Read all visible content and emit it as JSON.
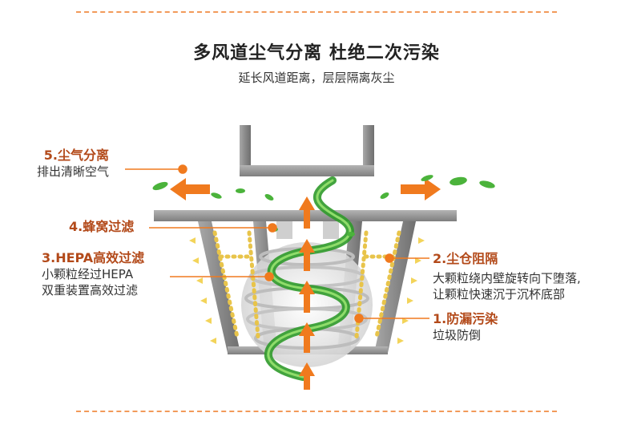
{
  "header": {
    "title": "多风道尘气分离 杜绝二次污染",
    "subtitle": "延长风道距离，层层隔离灰尘"
  },
  "labels": {
    "l5": {
      "heading": "5.尘气分离",
      "desc": [
        "排出清晰空气"
      ]
    },
    "l4": {
      "heading": "4.蜂窝过滤",
      "desc": []
    },
    "l3": {
      "heading": "3.HEPA高效过滤",
      "desc": [
        "小颗粒经过HEPA",
        "双重装置高效过滤"
      ]
    },
    "l2": {
      "heading": "2.尘仓阻隔",
      "desc": [
        "大颗粒绕内壁旋转向下堕落,",
        "让颗粒快速沉于沉杯底部"
      ]
    },
    "l1": {
      "heading": "1.防漏污染",
      "desc": [
        "垃圾防倒"
      ]
    }
  },
  "colors": {
    "accent": "#f07a1e",
    "heading": "#b34a1a",
    "frame": "#8a8a8a",
    "dots": "#e8c44a",
    "leaf": "#2f9a2a"
  }
}
